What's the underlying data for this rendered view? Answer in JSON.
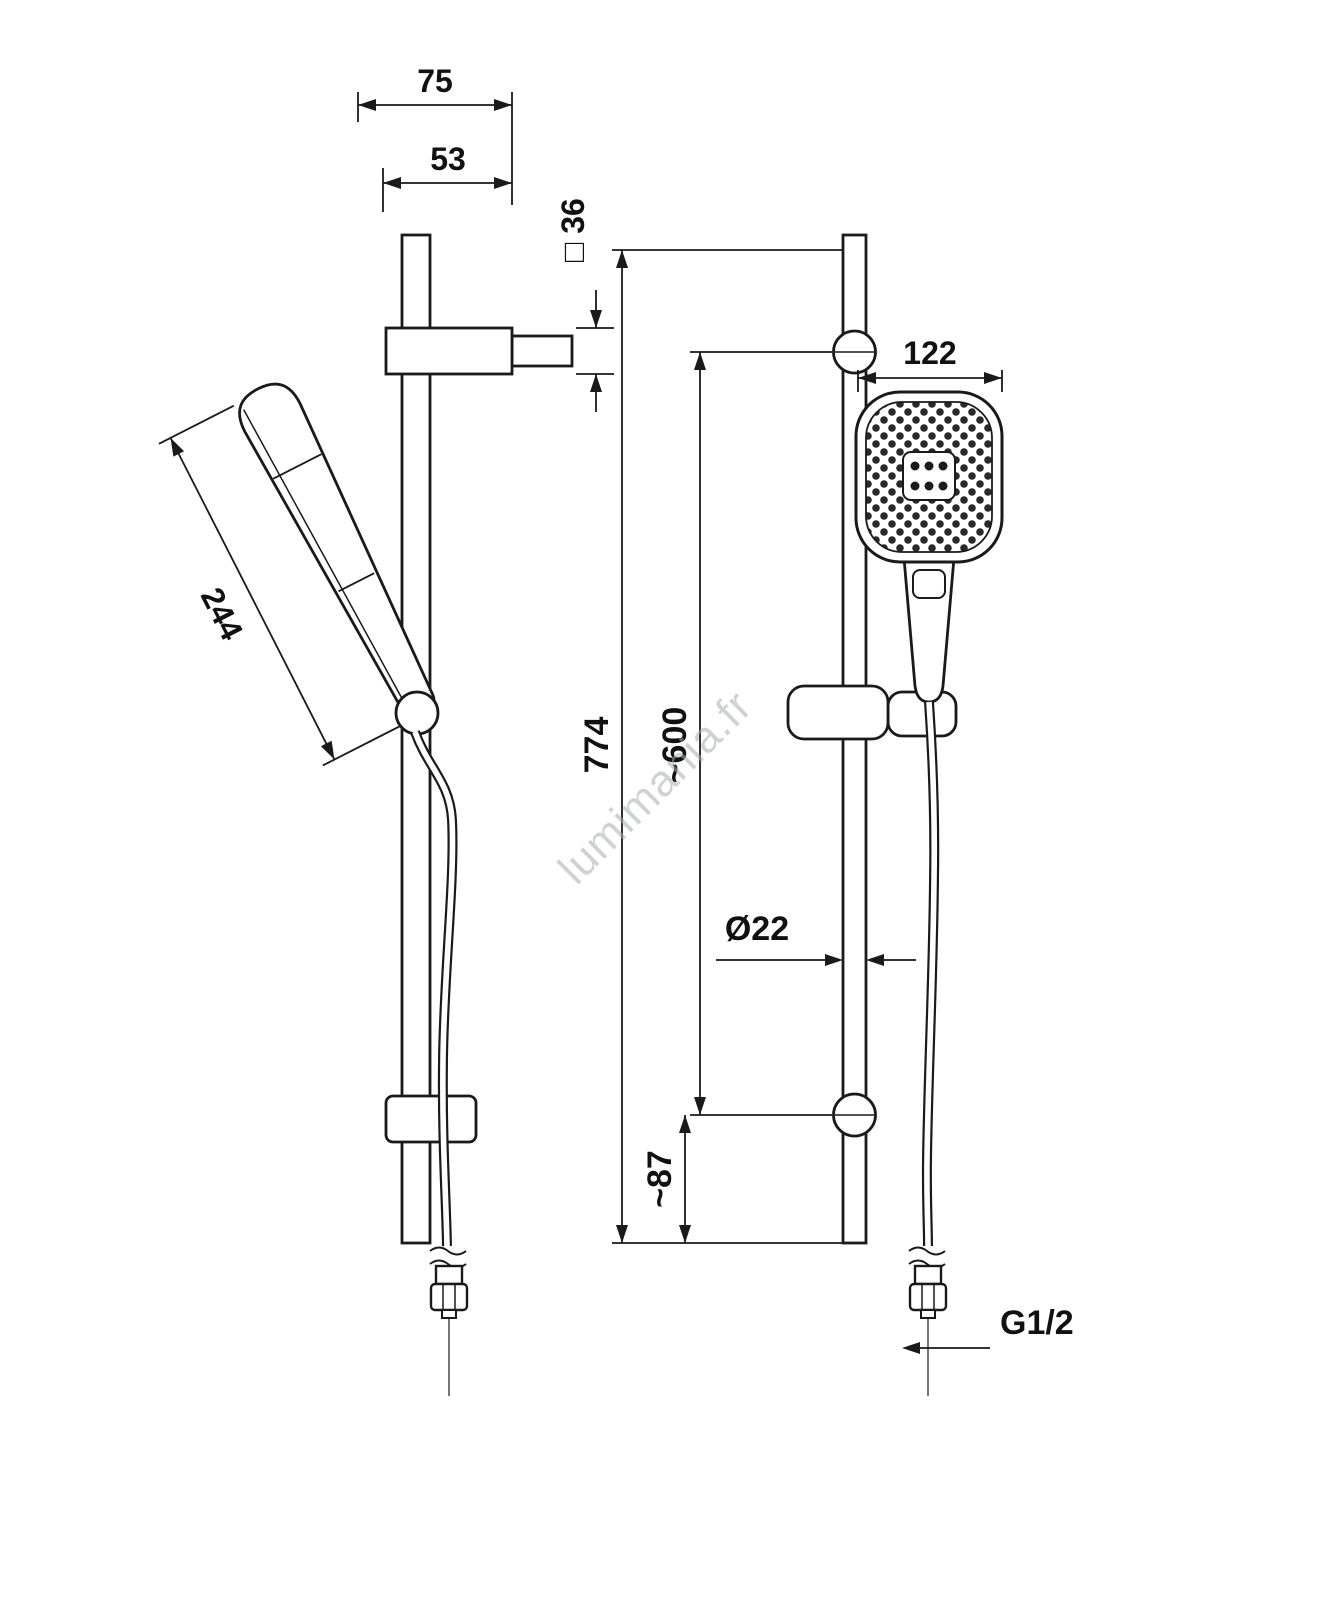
{
  "watermark": "lumimania.fr",
  "dimensions": {
    "slider_depth": "75",
    "wall_distance": "53",
    "square_profile": "□ 36",
    "handshower_length": "244",
    "bar_total_length": "774",
    "adjust_range": "~600",
    "head_width": "122",
    "bar_diameter": "Ø22",
    "lower_offset": "~87",
    "thread": "G1/2"
  }
}
